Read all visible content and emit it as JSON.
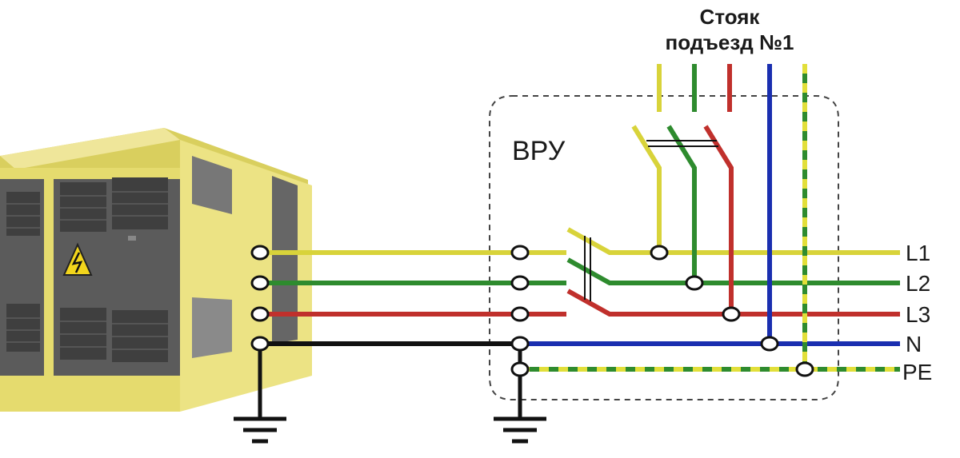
{
  "riser": {
    "line1": "Стояк",
    "line2": "подъезд №1"
  },
  "vru_label": "ВРУ",
  "line_labels": [
    "L1",
    "L2",
    "L3",
    "N",
    "PE"
  ],
  "colors": {
    "L1": "#d8d33a",
    "L2": "#2e8b2e",
    "L3": "#c0302c",
    "N": "#1a2fb0",
    "PE_green": "#2e8b2e",
    "PE_yellow": "#e2df3a",
    "ground": "#111111",
    "transformer_body": "#e8e07a",
    "transformer_panel": "#5a5a5a"
  },
  "icons": [
    "high-voltage-warning-icon",
    "ground-symbol-icon"
  ]
}
